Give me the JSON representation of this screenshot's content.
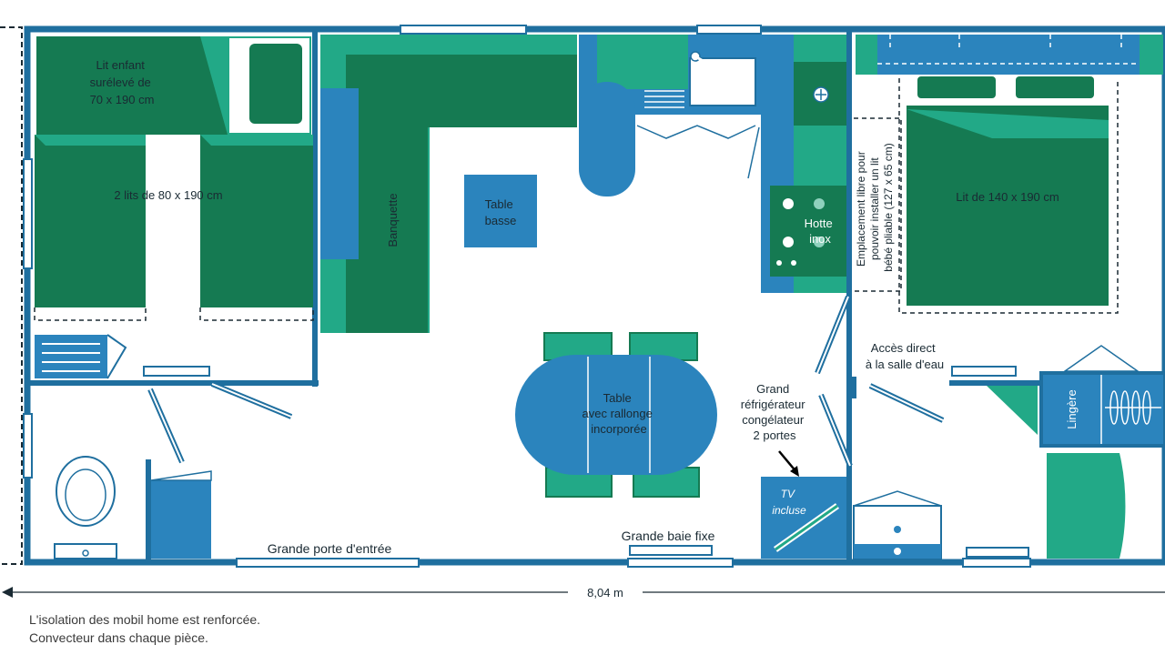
{
  "colors": {
    "wall": "#1f6f9f",
    "blue": "#2b84bd",
    "dark_green": "#157a52",
    "light_green": "#22a987",
    "line": "#1a2a33"
  },
  "rooms": {
    "kids_bunk": [
      "Lit enfant",
      "surélevé de",
      "70 x 190 cm"
    ],
    "twin_beds": "2 lits de 80 x 190 cm",
    "banquette": "Banquette",
    "coffee_table": [
      "Table",
      "basse"
    ],
    "dining_table": [
      "Table",
      "avec rallonge",
      "incorporée"
    ],
    "hood": [
      "Hotte",
      "inox"
    ],
    "free_space": [
      "Emplacement libre pour",
      "pouvoir installer un lit",
      "bébé pliable (127 x 65 cm)"
    ],
    "double_bed": "Lit de 140 x 190 cm",
    "bathroom_access": [
      "Accès direct",
      "à la salle d'eau"
    ],
    "fridge": [
      "Grand",
      "réfrigérateur",
      "congélateur",
      "2 portes"
    ],
    "tv": [
      "TV",
      "incluse"
    ],
    "linen": "Lingère",
    "entrance_door": "Grande porte d'entrée",
    "fixed_bay": "Grande baie fixe"
  },
  "dimension": "8,04 m",
  "notes": [
    "L'isolation des mobil home est renforcée.",
    "Convecteur dans chaque pièce."
  ]
}
